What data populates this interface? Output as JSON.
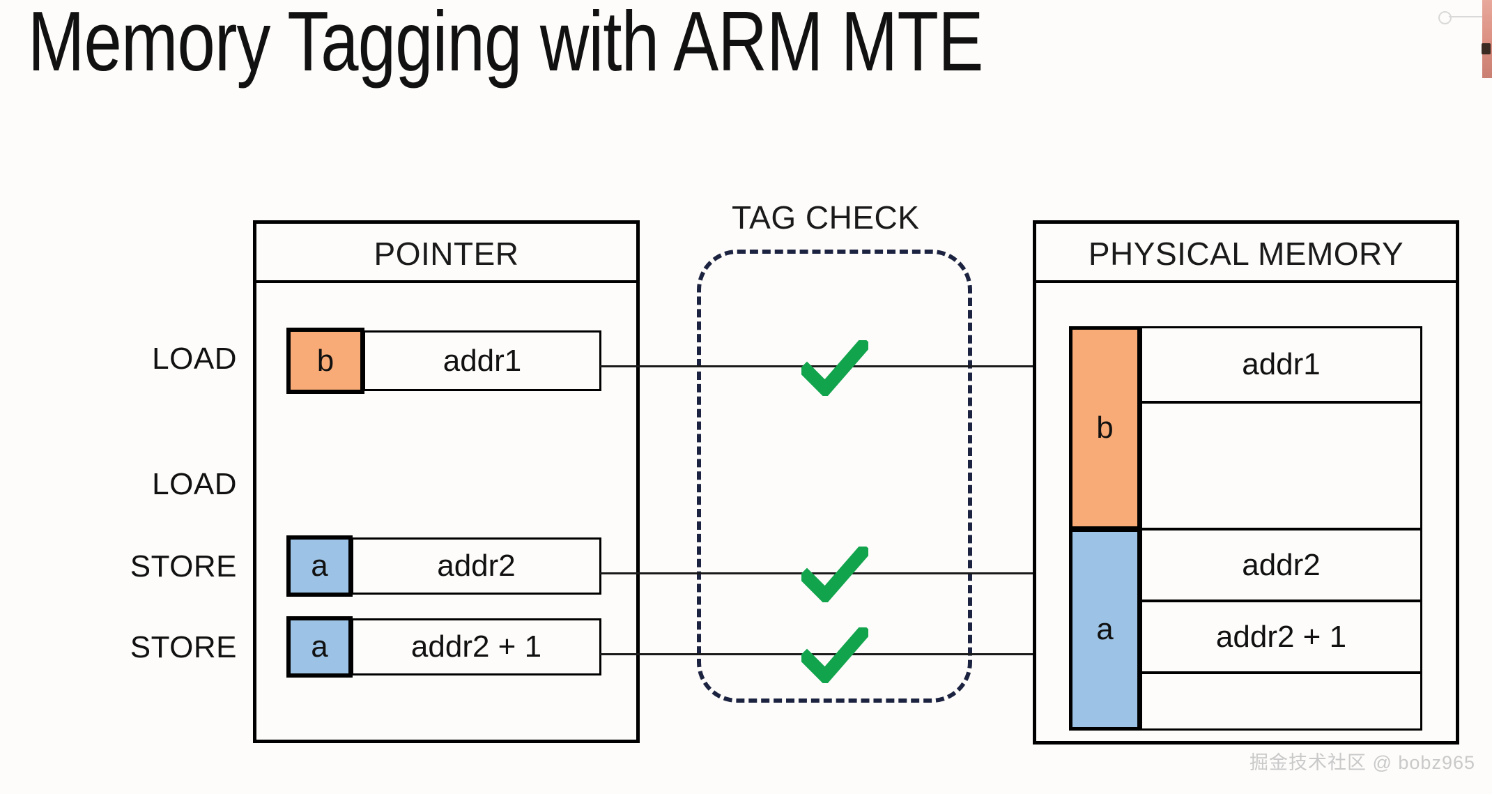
{
  "slide": {
    "title": "Memory Tagging with ARM MTE",
    "background_color": "#FDFCFA"
  },
  "colors": {
    "tag_orange": "#F9AB77",
    "tag_blue": "#9CC3E5",
    "check_green": "#12A44D",
    "dashed_navy": "#1C2340",
    "outline_black": "#000000"
  },
  "operations": {
    "labels": [
      {
        "text": "LOAD"
      },
      {
        "text": "LOAD"
      },
      {
        "text": "STORE"
      },
      {
        "text": "STORE"
      }
    ]
  },
  "pointer_panel": {
    "title": "POINTER",
    "rows": [
      {
        "tag": "b",
        "tag_color": "orange",
        "address": "addr1"
      },
      {
        "tag": "a",
        "tag_color": "blue",
        "address": "addr2"
      },
      {
        "tag": "a",
        "tag_color": "blue",
        "address": "addr2 + 1"
      }
    ]
  },
  "tag_check": {
    "label": "TAG CHECK",
    "results": [
      {
        "icon": "check-icon",
        "status": "pass"
      },
      {
        "icon": "check-icon",
        "status": "pass"
      },
      {
        "icon": "check-icon",
        "status": "pass"
      }
    ]
  },
  "memory_panel": {
    "title": "PHYSICAL MEMORY",
    "tag_blocks": [
      {
        "tag": "b",
        "tag_color": "orange"
      },
      {
        "tag": "a",
        "tag_color": "blue"
      }
    ],
    "cells": [
      {
        "address": "addr1"
      },
      {
        "address": ""
      },
      {
        "address": "addr2"
      },
      {
        "address": "addr2 + 1"
      },
      {
        "address": ""
      }
    ]
  },
  "watermark": {
    "text": "掘金技术社区 @ bobz965"
  }
}
